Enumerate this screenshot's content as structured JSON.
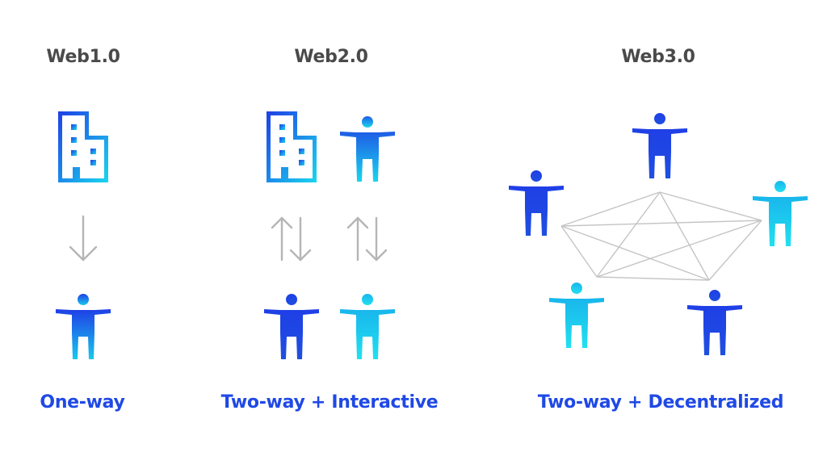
{
  "columns": [
    {
      "title": "Web1.0",
      "caption": "One-way"
    },
    {
      "title": "Web2.0",
      "caption": "Two-way + Interactive"
    },
    {
      "title": "Web3.0",
      "caption": "Two-way + Decentralized"
    }
  ],
  "colors": {
    "title_text": "#4a4a4a",
    "caption_text": "#1f49e6",
    "gradient_dark": "#1f3fe6",
    "gradient_light": "#19d6ee",
    "arrow": "#b5b5b5",
    "network_line": "#c4c4c4"
  }
}
